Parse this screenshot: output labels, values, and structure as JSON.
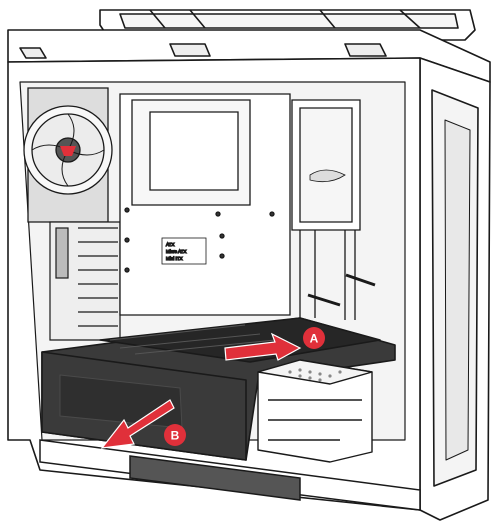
{
  "diagram": {
    "callouts": [
      {
        "id": "A",
        "label": "A",
        "color": "#e0303a"
      },
      {
        "id": "B",
        "label": "B",
        "color": "#e0303a"
      }
    ],
    "motherboard_sizes": [
      "ATX",
      "Micro ATX",
      "Mini ITX"
    ],
    "colors": {
      "outline": "#1a1a1a",
      "panel": "#f4f4f4",
      "shroud": "#3a3a3a",
      "shroud_dark": "#262626",
      "arrow": "#e0303a",
      "arrow_edge": "#ffffff"
    }
  }
}
